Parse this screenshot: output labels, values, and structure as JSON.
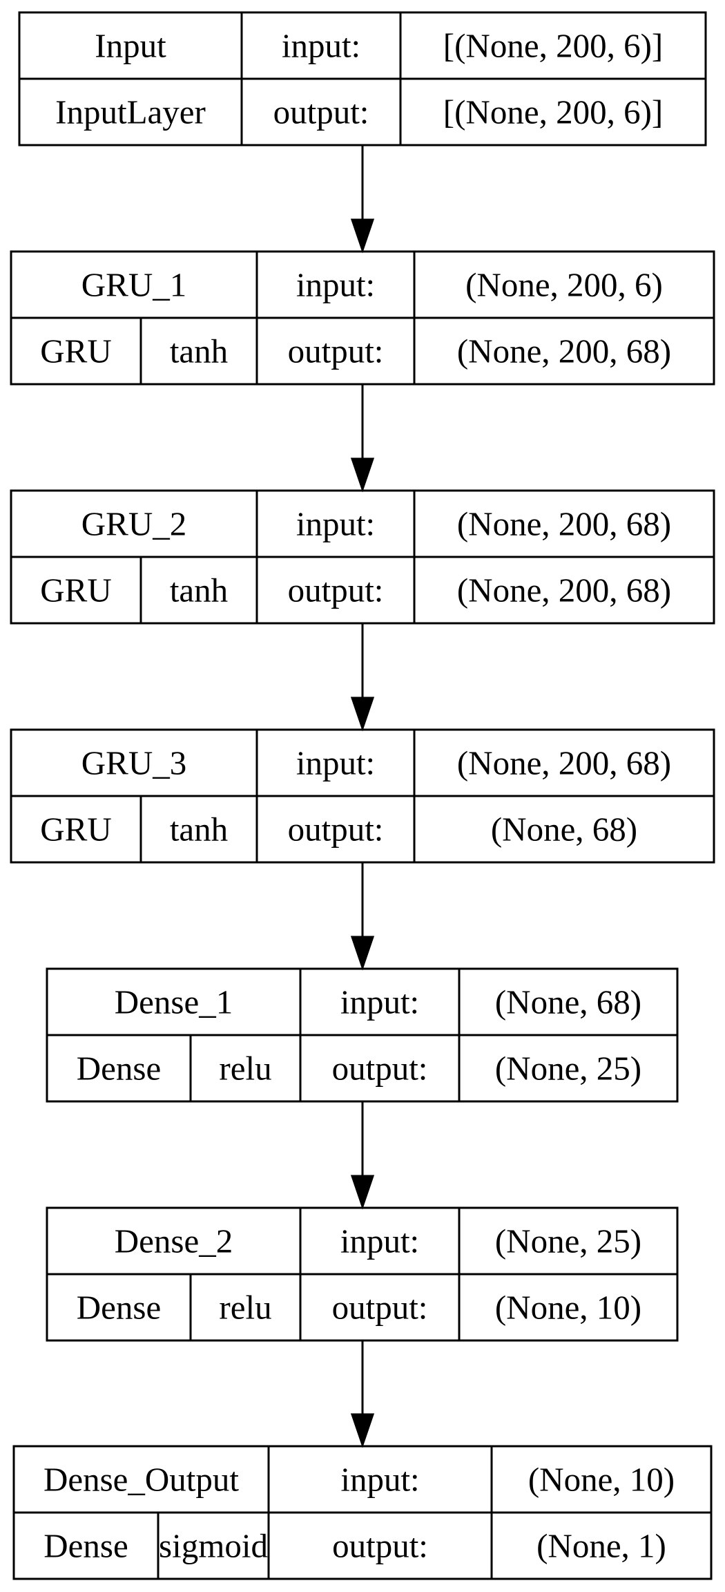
{
  "nodes": [
    {
      "name": "Input",
      "layer_type": "InputLayer",
      "activation": "",
      "input_label": "input:",
      "output_label": "output:",
      "input_shape": "[(None, 200, 6)]",
      "output_shape": "[(None, 200, 6)]"
    },
    {
      "name": "GRU_1",
      "layer_type": "GRU",
      "activation": "tanh",
      "input_label": "input:",
      "output_label": "output:",
      "input_shape": "(None, 200, 6)",
      "output_shape": "(None, 200, 68)"
    },
    {
      "name": "GRU_2",
      "layer_type": "GRU",
      "activation": "tanh",
      "input_label": "input:",
      "output_label": "output:",
      "input_shape": "(None, 200, 68)",
      "output_shape": "(None, 200, 68)"
    },
    {
      "name": "GRU_3",
      "layer_type": "GRU",
      "activation": "tanh",
      "input_label": "input:",
      "output_label": "output:",
      "input_shape": "(None, 200, 68)",
      "output_shape": "(None, 68)"
    },
    {
      "name": "Dense_1",
      "layer_type": "Dense",
      "activation": "relu",
      "input_label": "input:",
      "output_label": "output:",
      "input_shape": "(None, 68)",
      "output_shape": "(None, 25)"
    },
    {
      "name": "Dense_2",
      "layer_type": "Dense",
      "activation": "relu",
      "input_label": "input:",
      "output_label": "output:",
      "input_shape": "(None, 25)",
      "output_shape": "(None, 10)"
    },
    {
      "name": "Dense_Output",
      "layer_type": "Dense",
      "activation": "sigmoid",
      "input_label": "input:",
      "output_label": "output:",
      "input_shape": "(None, 10)",
      "output_shape": "(None, 1)"
    }
  ],
  "edges": [
    {
      "from": "Input",
      "to": "GRU_1"
    },
    {
      "from": "GRU_1",
      "to": "GRU_2"
    },
    {
      "from": "GRU_2",
      "to": "GRU_3"
    },
    {
      "from": "GRU_3",
      "to": "Dense_1"
    },
    {
      "from": "Dense_1",
      "to": "Dense_2"
    },
    {
      "from": "Dense_2",
      "to": "Dense_Output"
    }
  ]
}
